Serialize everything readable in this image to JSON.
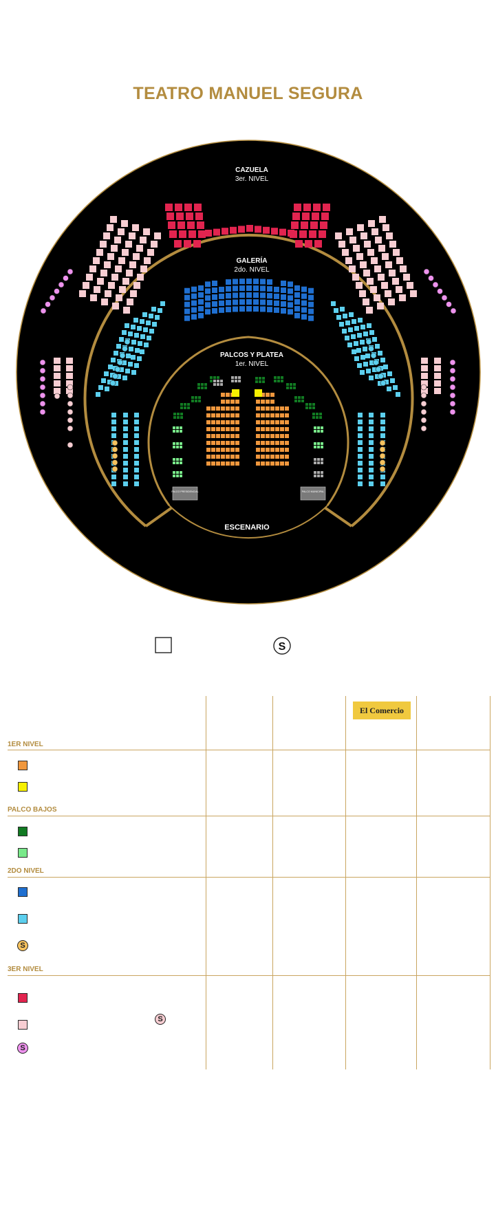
{
  "title": "TEATRO MANUEL SEGURA",
  "venue_labels": {
    "cazuela": "CAZUELA",
    "cazuela_level": "3er. NIVEL",
    "galeria": "GALERÍA",
    "galeria_level": "2do. NIVEL",
    "palcos": "PALCOS Y PLATEA",
    "palcos_level": "1er. NIVEL",
    "escenario": "ESCENARIO",
    "palco_presidencial": "PALCO PRESIDENCIAL",
    "palco_municipal": "PALCO MUNICIPAL"
  },
  "sponsor": "El Comercio",
  "legend_top": {
    "seat_icon": "empty-square-icon",
    "special_icon": "s-circle-icon",
    "special_symbol": "S"
  },
  "sections": [
    {
      "label": "1ER NIVEL",
      "items": [
        {
          "type": "square",
          "color": "#f0973d"
        },
        {
          "type": "square",
          "color": "#f7f001"
        }
      ]
    },
    {
      "label": "PALCO BAJOS",
      "items": [
        {
          "type": "square",
          "color": "#117a22"
        },
        {
          "type": "square",
          "color": "#79e98a"
        }
      ]
    },
    {
      "label": "2DO NIVEL",
      "items": [
        {
          "type": "square",
          "color": "#1f6fd0"
        },
        {
          "type": "square",
          "color": "#5ccfee"
        },
        {
          "type": "coin",
          "color": "#f6c25e",
          "symbol": "S"
        }
      ]
    },
    {
      "label": "3ER NIVEL",
      "items": [
        {
          "type": "square",
          "color": "#e2244f"
        },
        {
          "type": "square",
          "color": "#f7cdd2"
        },
        {
          "type": "coin",
          "color": "#ee92ee",
          "symbol": "S"
        }
      ]
    }
  ],
  "extra_coin": {
    "color": "#f7cdd2",
    "symbol": "S"
  },
  "colors": {
    "gold": "#b38c3f",
    "platea": "#f0973d",
    "platea_special": "#f7f001",
    "palco_green": "#117a22",
    "palco_light_green": "#79e98a",
    "palco_gray": "#a9a9a9",
    "galeria_blue": "#1f6fd0",
    "galeria_cyan": "#5ccfee",
    "galeria_coin": "#f6c25e",
    "cazuela_red": "#e2244f",
    "cazuela_pink": "#f7cdd2",
    "cazuela_coin": "#ee92ee"
  }
}
